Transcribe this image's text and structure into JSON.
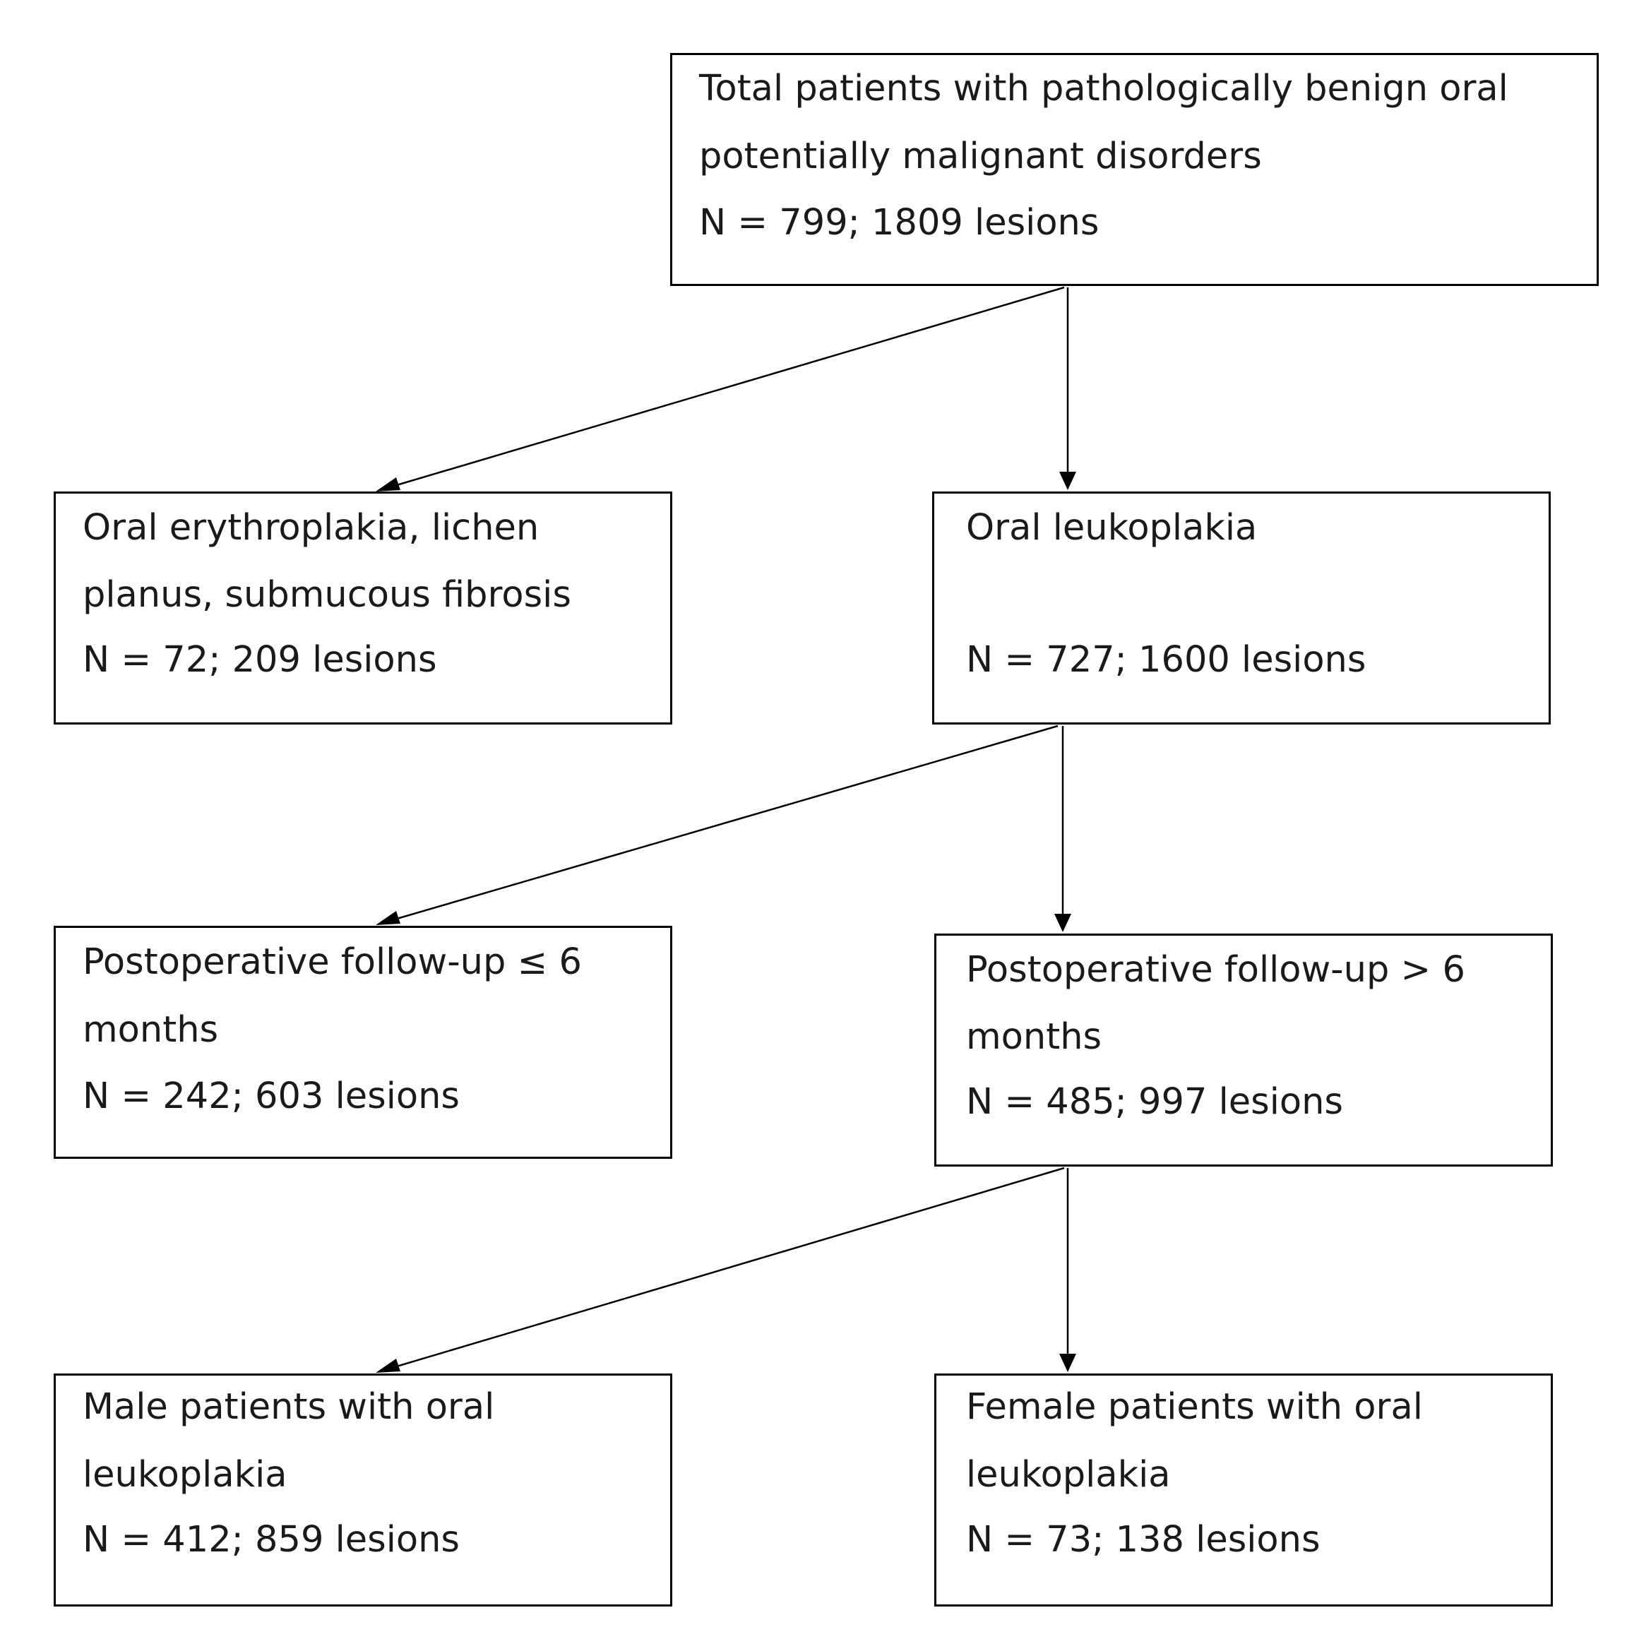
{
  "nodes": {
    "total": {
      "line1": "Total patients with pathologically benign oral",
      "line2": "potentially malignant disorders",
      "line3": "N = 799; 1809 lesions"
    },
    "other": {
      "line1": "Oral erythroplakia, lichen",
      "line2": "planus, submucous fibrosis",
      "line3": "N = 72; 209 lesions"
    },
    "leukoplakia": {
      "line1": "Oral leukoplakia",
      "line2": "",
      "line3": "N = 727; 1600 lesions"
    },
    "short_followup": {
      "line1": "Postoperative follow-up ≤ 6",
      "line2": "months",
      "line3": "N = 242; 603 lesions"
    },
    "long_followup": {
      "line1": "Postoperative follow-up > 6",
      "line2": "months",
      "line3": "N = 485; 997 lesions"
    },
    "male": {
      "line1": "Male patients with oral",
      "line2": "leukoplakia",
      "line3": "N = 412; 859 lesions"
    },
    "female": {
      "line1": "Female patients with oral",
      "line2": "leukoplakia",
      "line3": "N = 73; 138 lesions"
    }
  },
  "edges": [
    {
      "from": "total",
      "to": "other"
    },
    {
      "from": "total",
      "to": "leukoplakia"
    },
    {
      "from": "leukoplakia",
      "to": "short_followup"
    },
    {
      "from": "leukoplakia",
      "to": "long_followup"
    },
    {
      "from": "long_followup",
      "to": "male"
    },
    {
      "from": "long_followup",
      "to": "female"
    }
  ],
  "colors": {
    "stroke": "#000000",
    "text": "#1a1a1a",
    "background": "#ffffff"
  }
}
